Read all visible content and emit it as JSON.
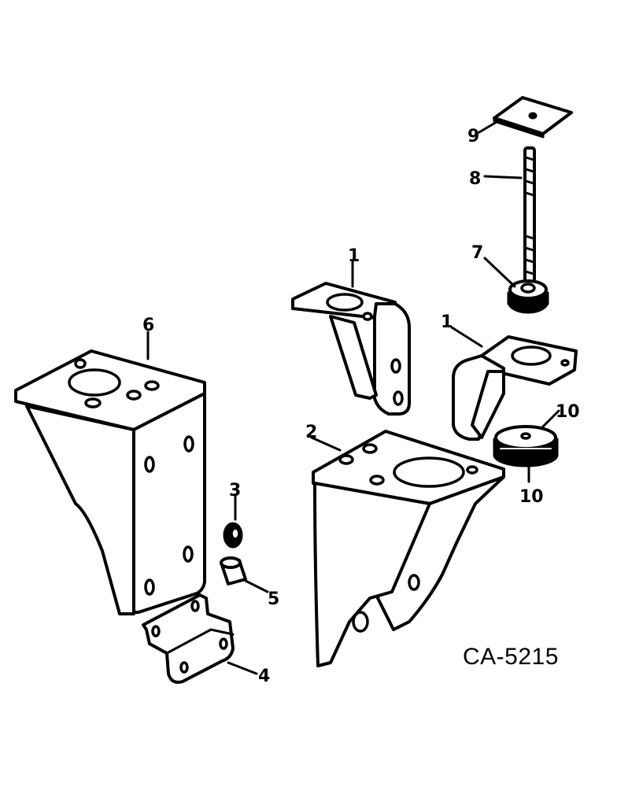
{
  "figure_id": "CA-5215",
  "callouts": [
    "9",
    "8",
    "7",
    "1",
    "1",
    "6",
    "10",
    "2",
    "10",
    "3",
    "5",
    "4"
  ]
}
